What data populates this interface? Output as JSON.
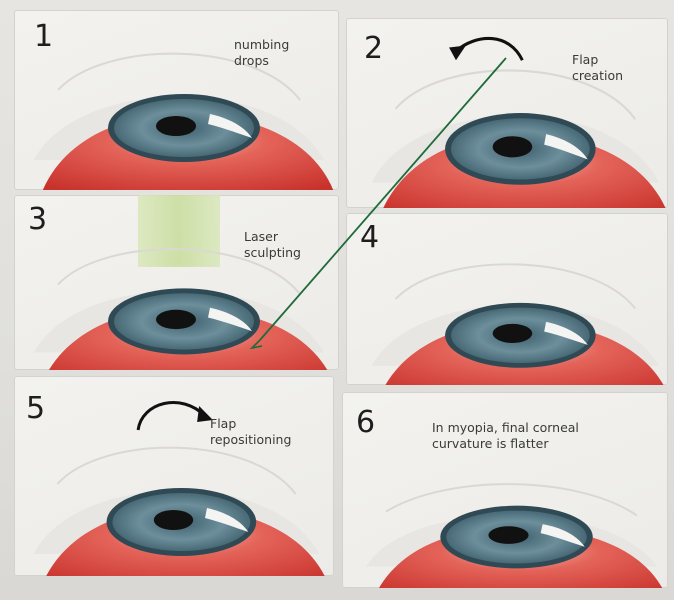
{
  "steps": [
    {
      "number": "1",
      "caption_lines": [
        "numbing",
        "drops"
      ]
    },
    {
      "number": "2",
      "caption_lines": [
        "Flap",
        "creation"
      ]
    },
    {
      "number": "3",
      "caption_lines": [
        "Laser",
        "sculpting"
      ]
    },
    {
      "number": "4",
      "caption_lines": []
    },
    {
      "number": "5",
      "caption_lines": [
        "Flap",
        "repositioning"
      ]
    },
    {
      "number": "6",
      "caption_lines": [
        "In myopia, final corneal",
        "curvature is flatter"
      ]
    }
  ],
  "colors": {
    "background": "#e2e1dd",
    "panel": "#f1f0ed",
    "eyeball_red": "#d9443c",
    "iris": "#5f7f8d",
    "pupil": "#111111",
    "laser_beam": "#cfe0a8",
    "pen_line": "#1f6b3a",
    "arrow": "#111111"
  }
}
